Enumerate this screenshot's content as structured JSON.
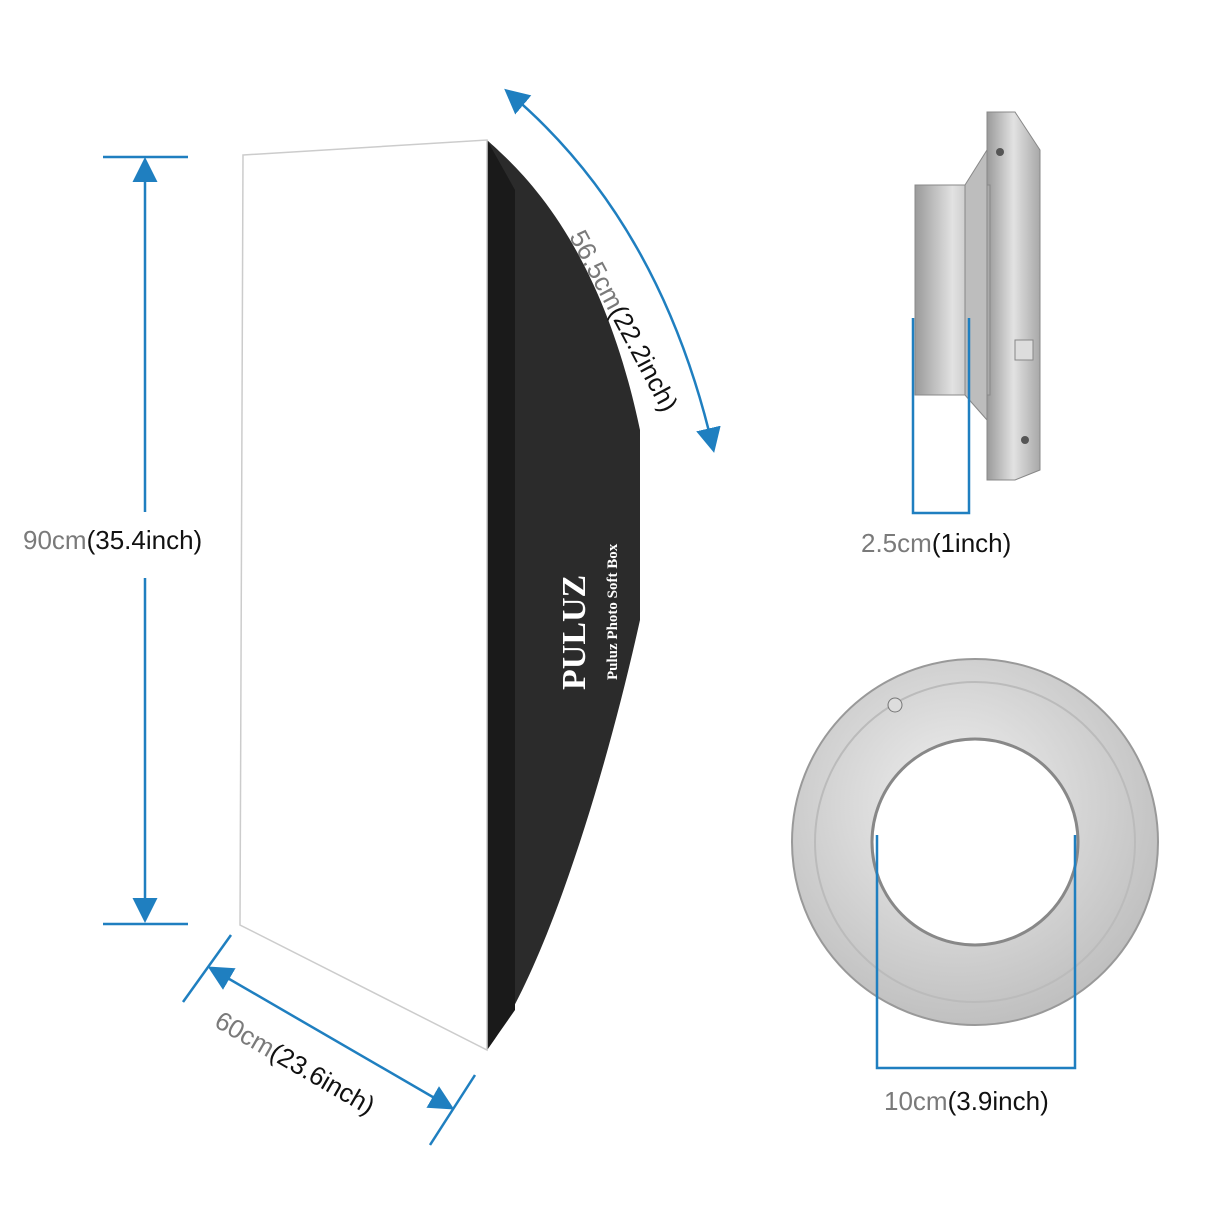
{
  "brand": {
    "logo_text": "PULUZ",
    "product_text": "Puluz Photo Soft Box"
  },
  "colors": {
    "dimension_line": "#1f7fc0",
    "cm_text": "#7a7a7a",
    "inch_text": "#111111",
    "softbox_body": "#2b2b2b",
    "diffuser": "#ffffff",
    "metal": "#c8c8c8"
  },
  "dimensions": {
    "height": {
      "cm": "90cm",
      "inch": "(35.4inch)"
    },
    "depth": {
      "cm": "56.5cm",
      "inch": "(22.2inch)"
    },
    "width": {
      "cm": "60cm",
      "inch": "(23.6inch)"
    },
    "mount_depth": {
      "cm": "2.5cm",
      "inch": "(1inch)"
    },
    "mount_diameter": {
      "cm": "10cm",
      "inch": "(3.9inch)"
    }
  }
}
